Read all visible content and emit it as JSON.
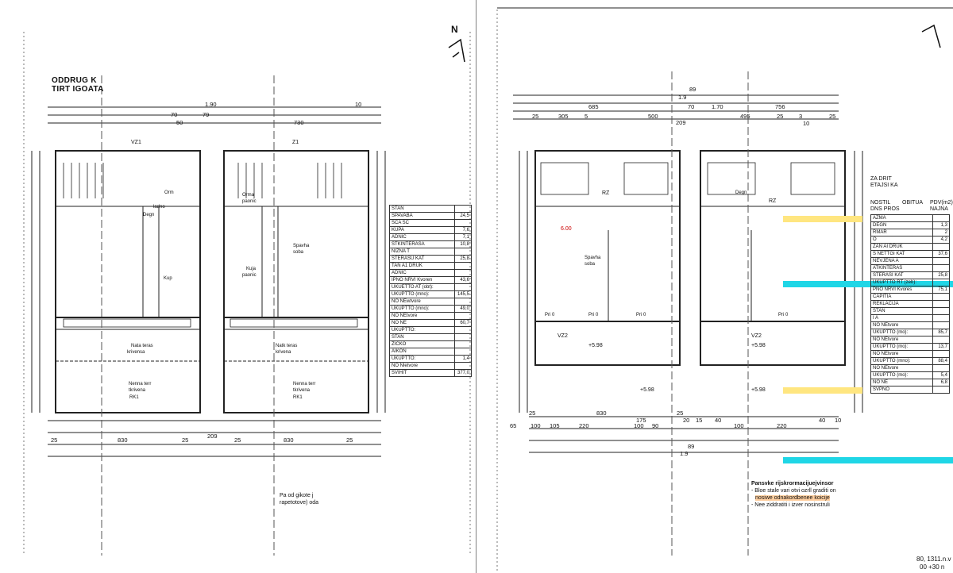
{
  "left_sheet": {
    "title_lines": [
      "ODDRUG K",
      "TIRT IGOATA"
    ],
    "north_symbol": "N",
    "dims_top": [
      "1.90",
      "70",
      "50",
      "79",
      "730",
      "10"
    ],
    "dims_bottom": [
      "25",
      "830",
      "25",
      "209",
      "25",
      "830",
      "25"
    ],
    "column_tags": [
      "VZ1",
      "Z1"
    ],
    "rooms_left": [
      "Orm",
      "ladno",
      "Degn",
      "Kup",
      "Nata teras",
      "krivensa",
      "Nenna terr",
      "tkrivena",
      "RK1"
    ],
    "rooms_right": [
      "Orma",
      "paonic",
      "Spavha",
      "soba",
      "Kuja",
      "paonic",
      "Natk teras",
      "krivena",
      "Nenna terr",
      "tkrivena",
      "RK1"
    ],
    "table_rows": [
      {
        "label": "STAN",
        "value": ""
      },
      {
        "label": "SPAVABA",
        "value": "24,5"
      },
      {
        "label": "SCA SC",
        "value": ""
      },
      {
        "label": "KUPA",
        "value": "7,6"
      },
      {
        "label": "ADNIC",
        "value": "7,1"
      },
      {
        "label": "STKINTERASA",
        "value": "10,8"
      },
      {
        "label": "NIZNA T",
        "value": ""
      },
      {
        "label": "STERASU KAT",
        "value": "25,8"
      },
      {
        "label": "TAN A1 DRUK",
        "value": ""
      },
      {
        "label": "ADNIC",
        "value": ""
      },
      {
        "label": "IPNO NRVI Kvoren",
        "value": "43,6"
      },
      {
        "label": "UKUETTO AT (obt):",
        "value": ""
      },
      {
        "label": "UKUPTTO (mno):",
        "value": "145,5"
      },
      {
        "label": "NO NEwtvore",
        "value": ""
      },
      {
        "label": "UKUPTTO (mno):",
        "value": "49,0"
      },
      {
        "label": "NO NEtvore",
        "value": ""
      },
      {
        "label": "NO NE",
        "value": "60,7"
      },
      {
        "label": "UKUPTTO:",
        "value": ""
      },
      {
        "label": "STAN",
        "value": ""
      },
      {
        "label": "ZICKO",
        "value": ""
      },
      {
        "label": "AIKON",
        "value": ""
      },
      {
        "label": "UKUPTTO:",
        "value": "1,4"
      },
      {
        "label": "NO Nletvore",
        "value": ""
      },
      {
        "label": "SVIHIT",
        "value": "377,0"
      }
    ],
    "notes": [
      "Pa od gikote j",
      "rapetotove) oda"
    ]
  },
  "right_sheet": {
    "dims_top": [
      "89",
      "1.9",
      "685",
      "70",
      "1.70",
      "756",
      "25",
      "305",
      "5",
      "500",
      "209",
      "495",
      "25",
      "3",
      "10",
      "25"
    ],
    "dims_bottom": [
      "25",
      "830",
      "175",
      "25",
      "65",
      "100",
      "105",
      "220",
      "100",
      "90",
      "20",
      "15",
      "40",
      "100",
      "220",
      "40",
      "10",
      "1.9",
      "89"
    ],
    "column_tags": [
      "VZ2",
      "VZ2",
      "RZ",
      "RZ"
    ],
    "rooms": [
      "Spavha",
      "soba",
      "Degn",
      "Pri 0",
      "Pri 0",
      "Pri 0",
      "Pri 0"
    ],
    "elevations": [
      "6.00",
      "+5.98",
      "+5.98",
      "+5.98",
      "+5.98"
    ],
    "table_header": [
      "ZA DRIT",
      "ETAJSI KA",
      "NOSTIL",
      "OBITUA",
      "PDV(m2)",
      "DNS PROS",
      "NAJNA"
    ],
    "table_rows": [
      {
        "label": "AZMA",
        "value": ""
      },
      {
        "label": "DEGN",
        "value": "1,3"
      },
      {
        "label": "RMAR",
        "value": "2"
      },
      {
        "label": "O",
        "value": "4,2"
      },
      {
        "label": "ZAN AI DRUK",
        "value": ""
      },
      {
        "label": "S NETTGI KAT",
        "value": "37,6"
      },
      {
        "label": "NEVJENA A",
        "value": ""
      },
      {
        "label": "ATKINTERAS",
        "value": ""
      },
      {
        "label": "STERASI KAT",
        "value": "25,8"
      },
      {
        "label": "UKUPTTO RT (zeb):",
        "value": ""
      },
      {
        "label": "PNO NRVI Kvores",
        "value": "75,1"
      },
      {
        "label": "CAPITIA",
        "value": ""
      },
      {
        "label": "REKLACIJA",
        "value": ""
      },
      {
        "label": "STAN",
        "value": ""
      },
      {
        "label": "I A",
        "value": ""
      },
      {
        "label": "NO NEtvore",
        "value": ""
      },
      {
        "label": "UKUPTTO (mo):",
        "value": "85,7"
      },
      {
        "label": "NO NEtvore",
        "value": ""
      },
      {
        "label": "UKUPTTO (mo):",
        "value": "13,7"
      },
      {
        "label": "NO NEtvore",
        "value": ""
      },
      {
        "label": "UKUPTTO (mno):",
        "value": "88,4"
      },
      {
        "label": "NO NEtvore",
        "value": ""
      },
      {
        "label": "UKUPTTO (mo):",
        "value": "5,4"
      },
      {
        "label": "NO NE",
        "value": "6,8"
      },
      {
        "label": "SVPNO",
        "value": ""
      }
    ],
    "legend_title": "Pansvke rijskrormacijuejvinsor",
    "legend_lines": [
      "- Bloe stale vari otvi ozrll graditi on",
      "nosiwe odnakordbenee koicije",
      "- Nee ziddratiti i izver nosinstruli"
    ],
    "footer": [
      "80, 1311.n.v",
      "00 +30 n"
    ],
    "highlight_colors": {
      "yellow": "#ffe680",
      "cyan": "#1fd6e6",
      "orange": "#ffcfa0"
    }
  }
}
